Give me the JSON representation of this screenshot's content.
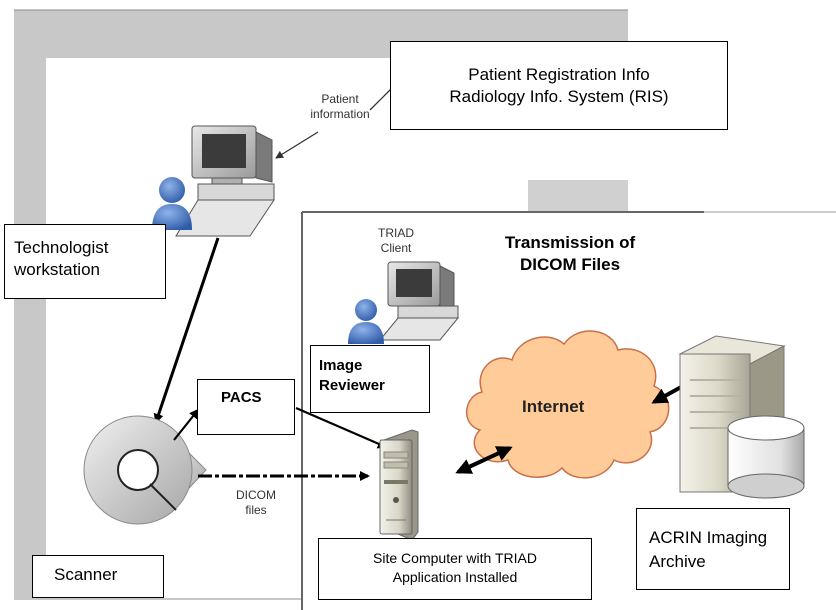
{
  "registration_box": {
    "line1": "Patient Registration Info",
    "line2": "Radiology Info. System (RIS)"
  },
  "patient_info_label": {
    "line1": "Patient",
    "line2": "information"
  },
  "technologist_box": {
    "line1": "Technologist",
    "line2": "workstation"
  },
  "triad_client_label": {
    "line1": "TRIAD",
    "line2": "Client"
  },
  "transmission_title": {
    "line1": "Transmission of",
    "line2": "DICOM Files"
  },
  "image_reviewer_box": {
    "line1": "Image",
    "line2": "Reviewer"
  },
  "pacs_box": {
    "label": "PACS"
  },
  "internet_label": "Internet",
  "dicom_files_label": {
    "line1": "DICOM",
    "line2": "files"
  },
  "scanner_box": {
    "label": "Scanner"
  },
  "site_computer_box": {
    "line1": "Site Computer with TRIAD",
    "line2": "Application Installed"
  },
  "acrin_box": {
    "line1": "ACRIN Imaging",
    "line2": "Archive"
  },
  "colors": {
    "cloud_fill": "#FFCC99",
    "frame_gray": "#C8C8C8",
    "user_blue": "#3F6FB8"
  }
}
